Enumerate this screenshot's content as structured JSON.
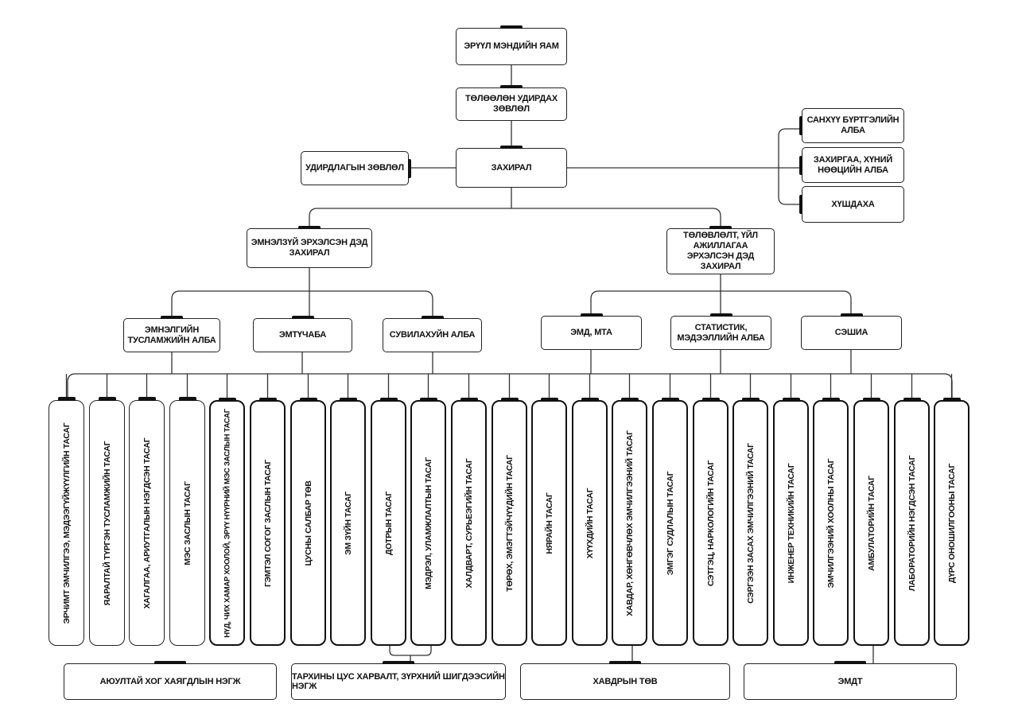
{
  "top": {
    "ministry": "ЭРҮҮЛ МЭНДИЙН ЯАМ",
    "board": "ТӨЛӨӨЛӨН УДИРДАХ ЗӨВЛӨЛ",
    "director": "ЗАХИРАЛ",
    "management_council": "УДИРДЛАГЫН ЗӨВЛӨЛ"
  },
  "side_units": [
    "САНХҮҮ БҮРТГЭЛИЙН АЛБА",
    "ЗАХИРГАА, ХҮНИЙ НӨӨЦИЙН АЛБА",
    "ХҮШДАХА"
  ],
  "deputies": {
    "medical": "ЭМНЭЛЗҮЙ ЭРХЭЛСЭН ДЭД ЗАХИРАЛ",
    "planning": "ТӨЛӨВЛӨЛТ, ҮЙЛ АЖИЛЛАГАА ЭРХЭЛСЭН ДЭД ЗАХИРАЛ"
  },
  "offices": [
    "ЭМНЭЛГИЙН ТУСЛАМЖИЙН АЛБА",
    "ЭМТҮЧАБА",
    "СУВИЛАХУЙН АЛБА",
    "ЭМД, МТА",
    "СТАТИСТИК, МЭДЭЭЛЛИЙН АЛБА",
    "СЭШИА"
  ],
  "departments": [
    "ЭРЧИМТ ЭМЧИЛГЭЭ, МЭДЭЭГҮЙЖҮҮЛГИЙН ТАСАГ",
    "ЯАРАЛТАЙ ТҮРГЭН ТУСЛАМЖИЙН ТАСАГ",
    "ХАГАЛГАА, АРИУТГАЛЫН НЭГДСЭН ТАСАГ",
    "МЭС ЗАСЛЫН ТАСАГ",
    "НҮД, ЧИХ ХАМАР ХООЛОЙ, ЭРҮҮ НҮҮРНИЙ МЭС ЗАСЛЫН ТАСАГ",
    "ГЭМТЭЛ СОГОГ ЗАСЛЫН ТАСАГ",
    "ЦУСНЫ САЛБАР ТӨВ",
    "ЭМ ЗҮЙН ТАСАГ",
    "ДОТРЫН ТАСАГ",
    "МЭДРЭЛ, УЛАМЖЛАЛТЫН ТАСАГ",
    "ХАЛДВАРТ, СУРЬЕЭГИЙН ТАСАГ",
    "ТӨРӨХ, ЭМЭГТЭЙЧҮҮДИЙН ТАСАГ",
    "НЯРАЙН ТАСАГ",
    "ХҮҮХДИЙН ТАСАГ",
    "ХАВДАР, ХӨНГӨВЧЛӨХ ЭМЧИЛГЭЭНИЙ ТАСАГ",
    "ЭМГЭГ СУДЛАЛЫН ТАСАГ",
    "СЭТГЭЦ, НАРКОЛОГИЙН ТАСАГ",
    "СЭРГЭЭН ЗАСАХ ЭМЧИЛГЭЭНИЙ ТАСАГ",
    "ИНЖЕНЕР ТЕХНИКИЙН ТАСАГ",
    "ЭМЧИЛГЭЭНИЙ ХООЛНЫ ТАСАГ",
    "АМБУЛАТОРИЙН ТАСАГ",
    "ЛАБОРАТОРИЙН НЭГДСЭН ТАСАГ",
    "ДҮРС ОНОШИЛГООНЫ ТАСАГ"
  ],
  "units": [
    "АЮУЛТАЙ ХОГ ХАЯГДЛЫН НЭГЖ",
    "ТАРХИНЫ ЦУС ХАРВАЛТ, ЗҮРХНИЙ ШИГДЭЭСИЙН НЭГЖ",
    "ХАВДРЫН ТӨВ",
    "ЭМДТ"
  ]
}
